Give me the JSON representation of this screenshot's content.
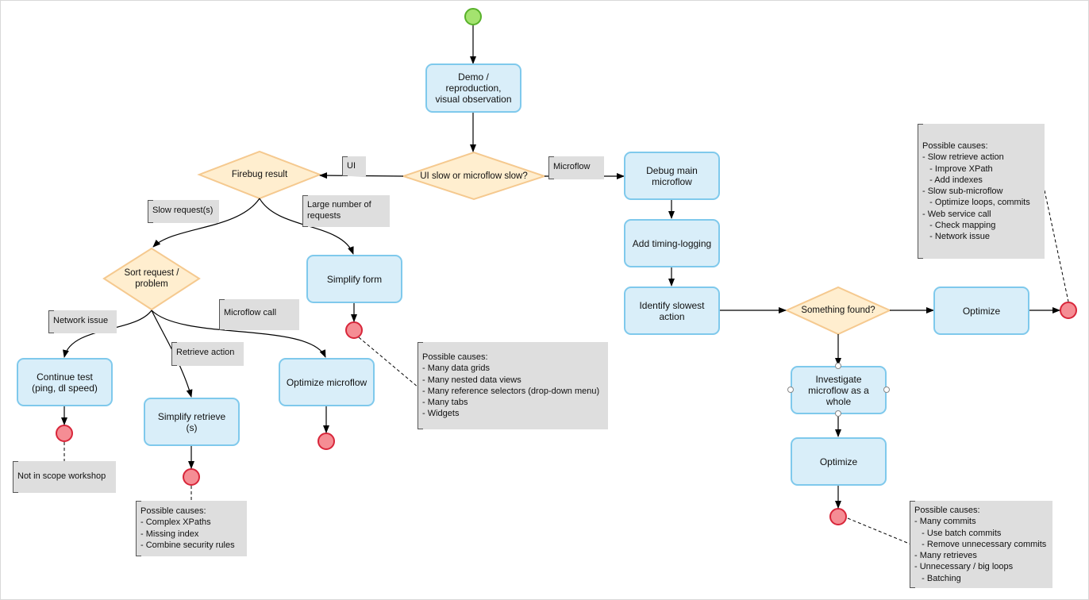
{
  "colors": {
    "activity_fill": "#d9eef9",
    "activity_border": "#7fc9ec",
    "decision_fill": "#ffeecf",
    "decision_border": "#f5c98f",
    "start_fill": "#a4e36f",
    "start_border": "#58b12a",
    "end_fill": "#f58d94",
    "end_border": "#d8263a",
    "annotation_fill": "#dedede",
    "edge": "#000000"
  },
  "start": {
    "icon": "start-event-icon"
  },
  "end_event": {
    "icon": "end-event-icon"
  },
  "nodes": {
    "demo": "Demo /\nreproduction,\nvisual observation",
    "ui_or_microflow": "UI slow or microflow slow?",
    "firebug": "Firebug result",
    "sort_request": "Sort request /\nproblem",
    "simplify_form": "Simplify form",
    "continue_test": "Continue test\n(ping, dl speed)",
    "simplify_retrieve": "Simplify retrieve\n(s)",
    "optimize_microflow": "Optimize microflow",
    "debug_main": "Debug main\nmicroflow",
    "add_timing": "Add timing-logging",
    "identify_slowest": "Identify slowest\naction",
    "something_found": "Something found?",
    "optimize_right": "Optimize",
    "investigate": "Investigate\nmicroflow as a\nwhole",
    "optimize_bottom": "Optimize"
  },
  "edge_labels": {
    "ui": "UI",
    "microflow": "Microflow",
    "slow_requests": "Slow request(s)",
    "large_number": "Large number of\nrequests",
    "network_issue": "Network issue",
    "retrieve_action": "Retrieve action",
    "microflow_call": "Microflow call"
  },
  "annotations": {
    "not_in_scope": "Not in scope workshop",
    "ui_causes": "Possible causes:\n- Many data grids\n- Many nested data views\n- Many reference selectors (drop-down menu)\n- Many tabs\n- Widgets",
    "retrieve_causes": "Possible causes:\n- Complex XPaths\n- Missing index\n- Combine security rules",
    "action_causes": "Possible causes:\n- Slow retrieve action\n   - Improve XPath\n   - Add indexes\n- Slow sub-microflow\n   - Optimize loops, commits\n- Web service call\n   - Check mapping\n   - Network issue",
    "whole_causes": "Possible causes:\n- Many commits\n   - Use batch commits\n   - Remove unnecessary commits\n- Many retrieves\n- Unnecessary / big loops\n   - Batching"
  }
}
